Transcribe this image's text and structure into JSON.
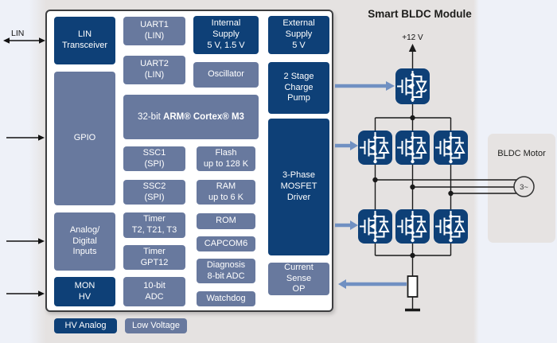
{
  "title": "Smart BLDC Module",
  "labels": {
    "lin": "LIN",
    "supply_12v": "+12 V",
    "motor_phase": "3~",
    "bldc_motor": "BLDC Motor"
  },
  "legend": {
    "hv_analog": "HV Analog",
    "low_voltage": "Low Voltage"
  },
  "blocks": {
    "lin_transceiver": "LIN\nTransceiver",
    "gpio": "GPIO",
    "analog_digital": "Analog/\nDigital\nInputs",
    "mon_hv": "MON\nHV",
    "uart1": "UART1\n(LIN)",
    "uart2": "UART2\n(LIN)",
    "arm_prefix": "32-bit ",
    "arm_bold": "ARM® Cortex® M3",
    "ssc1": "SSC1\n(SPI)",
    "ssc2": "SSC2\n(SPI)",
    "timer_t2": "Timer\nT2, T21, T3",
    "timer_gpt12": "Timer\nGPT12",
    "adc10": "10-bit\nADC",
    "internal_supply": "Internal\nSupply\n5 V, 1.5 V",
    "oscillator": "Oscillator",
    "flash": "Flash\nup to 128 K",
    "ram": "RAM\nup to 6 K",
    "rom": "ROM",
    "capcom6": "CAPCOM6",
    "diagnosis_adc": "Diagnosis\n8-bit ADC",
    "watchdog": "Watchdog",
    "external_supply": "External\nSupply\n5 V",
    "charge_pump": "2 Stage\nCharge\nPump",
    "mosfet_driver": "3-Phase\nMOSFET\nDriver",
    "current_sense": "Current\nSense\nOP"
  },
  "colors": {
    "hv_dark_blue": "#0e4077",
    "low_voltage_slate": "#68799e",
    "arrow_blue": "#7090c2",
    "wire_black": "#1a1a1a",
    "background": "#e5e2e1",
    "side_strip": "#eef1f8",
    "mcu_panel_bg": "#ffffff",
    "motor_panel_bg": "#e6e3e2"
  }
}
